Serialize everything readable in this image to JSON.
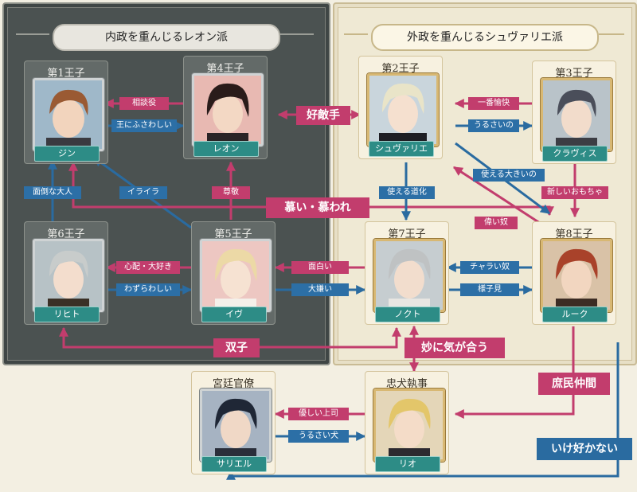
{
  "factions": {
    "left": "内政を重んじるレオン派",
    "right": "外政を重んじるシュヴァリエ派"
  },
  "characters": {
    "jin": {
      "title": "第1王子",
      "name": "ジン"
    },
    "leon": {
      "title": "第4王子",
      "name": "レオン"
    },
    "chevalier": {
      "title": "第2王子",
      "name": "シュヴァリエ"
    },
    "clavis": {
      "title": "第3王子",
      "name": "クラヴィス"
    },
    "licht": {
      "title": "第6王子",
      "name": "リヒト"
    },
    "ive": {
      "title": "第5王子",
      "name": "イヴ"
    },
    "nokto": {
      "title": "第7王子",
      "name": "ノクト"
    },
    "luke": {
      "title": "第8王子",
      "name": "ルーク"
    },
    "sariel": {
      "title": "宮廷官僚",
      "name": "サリエル"
    },
    "rio": {
      "title": "忠犬執事",
      "name": "リオ"
    }
  },
  "relations": {
    "leon_jin": "相談役",
    "jin_leon": "王にふさわしい",
    "clavis_chevalier": "一番愉快",
    "chevalier_clavis": "うるさいの",
    "licht_jin": "面倒な大人",
    "ive_jin": "イライラ",
    "ive_leon": "尊敬",
    "chevalier_nokto": "使える道化",
    "chevalier_luke": "使える大きいの",
    "clavis_luke": "新しいおもちゃ",
    "luke_chevalier": "偉い奴",
    "ive_licht": "心配・大好き",
    "licht_ive": "わずらわしい",
    "nokto_ive": "面白い",
    "ive_nokto": "大嫌い",
    "luke_nokto": "チャラい奴",
    "nokto_luke": "様子見",
    "rio_sariel": "優しい上司",
    "sariel_rio": "うるさい犬"
  },
  "bonds": {
    "rivals": "好敵手",
    "adore": "慕い・慕われ",
    "twins": "双子",
    "get_along": "妙に気が合う",
    "commoners": "庶民仲間",
    "dislike": "いけ好かない"
  },
  "colors": {
    "pink": "#c23d6d",
    "blue": "#2a6ba0",
    "teal": "#2d8c86",
    "dark_panel": "#4b5251",
    "light_panel": "#efe9d4"
  }
}
